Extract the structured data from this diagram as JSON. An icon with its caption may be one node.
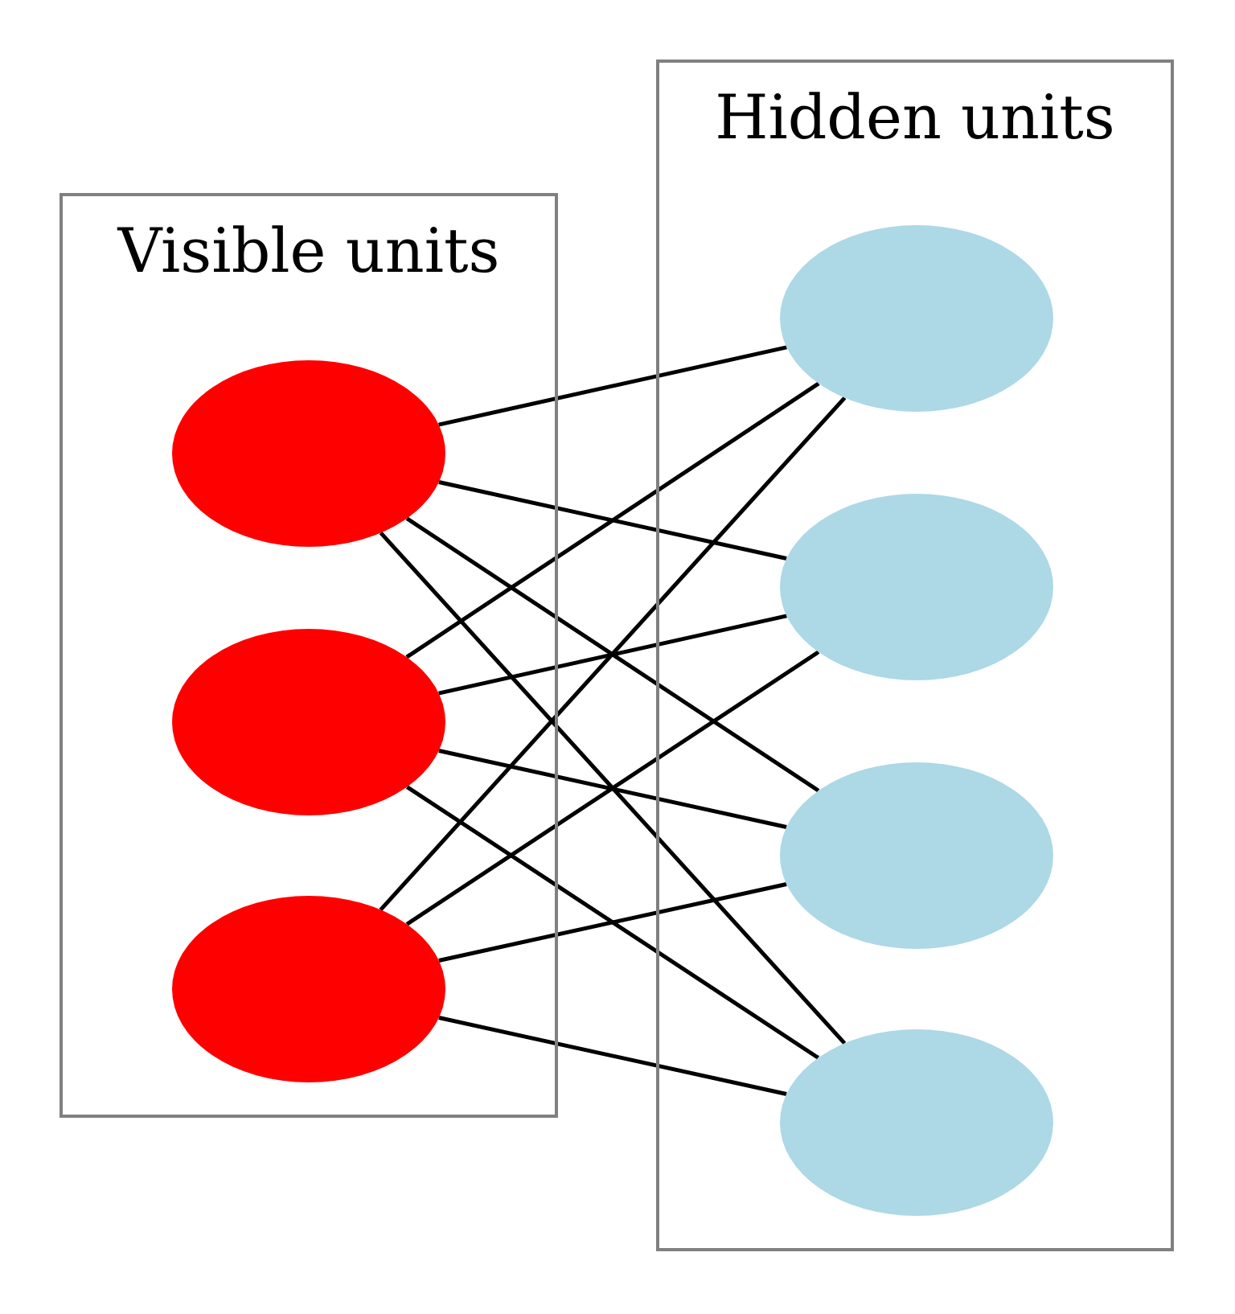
{
  "diagram": {
    "nodes": [
      {
        "text": [
          "Visible units"
        ]
      },
      {
        "text": [
          "Hidden units"
        ]
      },
      {
        "text": [],
        "shape": "ellipse",
        "in": 0
      },
      {
        "text": [],
        "shape": "ellipse",
        "in": 0
      },
      {
        "text": [],
        "shape": "ellipse",
        "in": 0
      },
      {
        "text": [],
        "shape": "ellipse",
        "in": 1
      },
      {
        "text": [],
        "shape": "ellipse",
        "in": 1
      },
      {
        "text": [],
        "shape": "ellipse",
        "in": 1
      },
      {
        "text": [],
        "shape": "ellipse",
        "in": 1
      }
    ],
    "edges": [
      {
        "from": 2,
        "to": 5,
        "arrow": "none"
      },
      {
        "from": 2,
        "to": 6,
        "arrow": "none"
      },
      {
        "from": 2,
        "to": 7,
        "arrow": "none"
      },
      {
        "from": 2,
        "to": 8,
        "arrow": "none"
      },
      {
        "from": 3,
        "to": 5,
        "arrow": "none"
      },
      {
        "from": 3,
        "to": 6,
        "arrow": "none"
      },
      {
        "from": 3,
        "to": 7,
        "arrow": "none"
      },
      {
        "from": 3,
        "to": 8,
        "arrow": "none"
      },
      {
        "from": 4,
        "to": 5,
        "arrow": "none"
      },
      {
        "from": 4,
        "to": 6,
        "arrow": "none"
      },
      {
        "from": 4,
        "to": 7,
        "arrow": "none"
      },
      {
        "from": 4,
        "to": 8,
        "arrow": "none"
      }
    ]
  }
}
